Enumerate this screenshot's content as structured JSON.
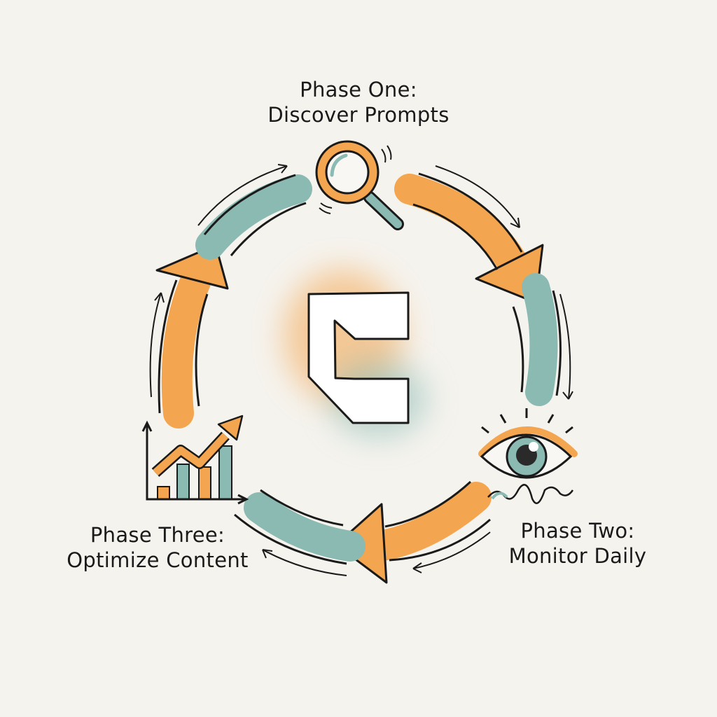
{
  "diagram": {
    "type": "cycle",
    "center_logo": "letter-c-block-logo",
    "colors": {
      "background": "#f5f3ee",
      "orange": "#f4a54f",
      "teal": "#8bbab3",
      "ink": "#1a1a1a"
    },
    "phases": [
      {
        "id": "one",
        "title": "Phase One:",
        "subtitle": "Discover Prompts",
        "icon": "magnifying-glass-icon"
      },
      {
        "id": "two",
        "title": "Phase Two:",
        "subtitle": "Monitor Daily",
        "icon": "eye-icon"
      },
      {
        "id": "three",
        "title": "Phase Three:",
        "subtitle": "Optimize Content",
        "icon": "growth-chart-icon"
      }
    ],
    "flow": "clockwise"
  }
}
